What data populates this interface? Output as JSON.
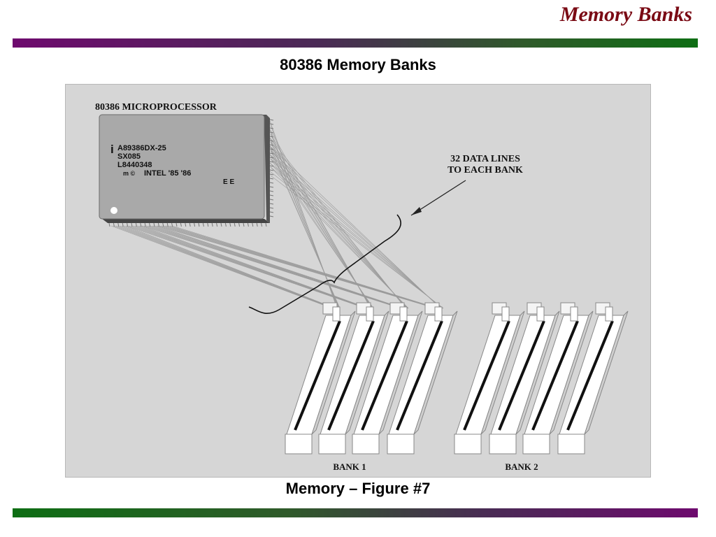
{
  "slide": {
    "title": "Memory Banks",
    "heading": "80386 Memory Banks",
    "caption": "Memory – Figure #7"
  },
  "diagram": {
    "processor_label": "80386 MICROPROCESSOR",
    "chip_markings": [
      "A89386DX-25",
      "SX085",
      "L8440348",
      "INTEL '85 '86"
    ],
    "chip_symbols": "m ©",
    "chip_code": "E E",
    "chip_logo": "i",
    "data_lines_label": [
      "32 DATA LINES",
      "TO EACH BANK"
    ],
    "banks": [
      {
        "label": "BANK 1",
        "slots": 4
      },
      {
        "label": "BANK 2",
        "slots": 4
      }
    ]
  },
  "colors": {
    "title": "#7a0a14",
    "bar_purple": "#6e0a6e",
    "bar_green": "#0e6e14",
    "figure_bg": "#d6d6d6",
    "chip": "#a9a9a9"
  }
}
